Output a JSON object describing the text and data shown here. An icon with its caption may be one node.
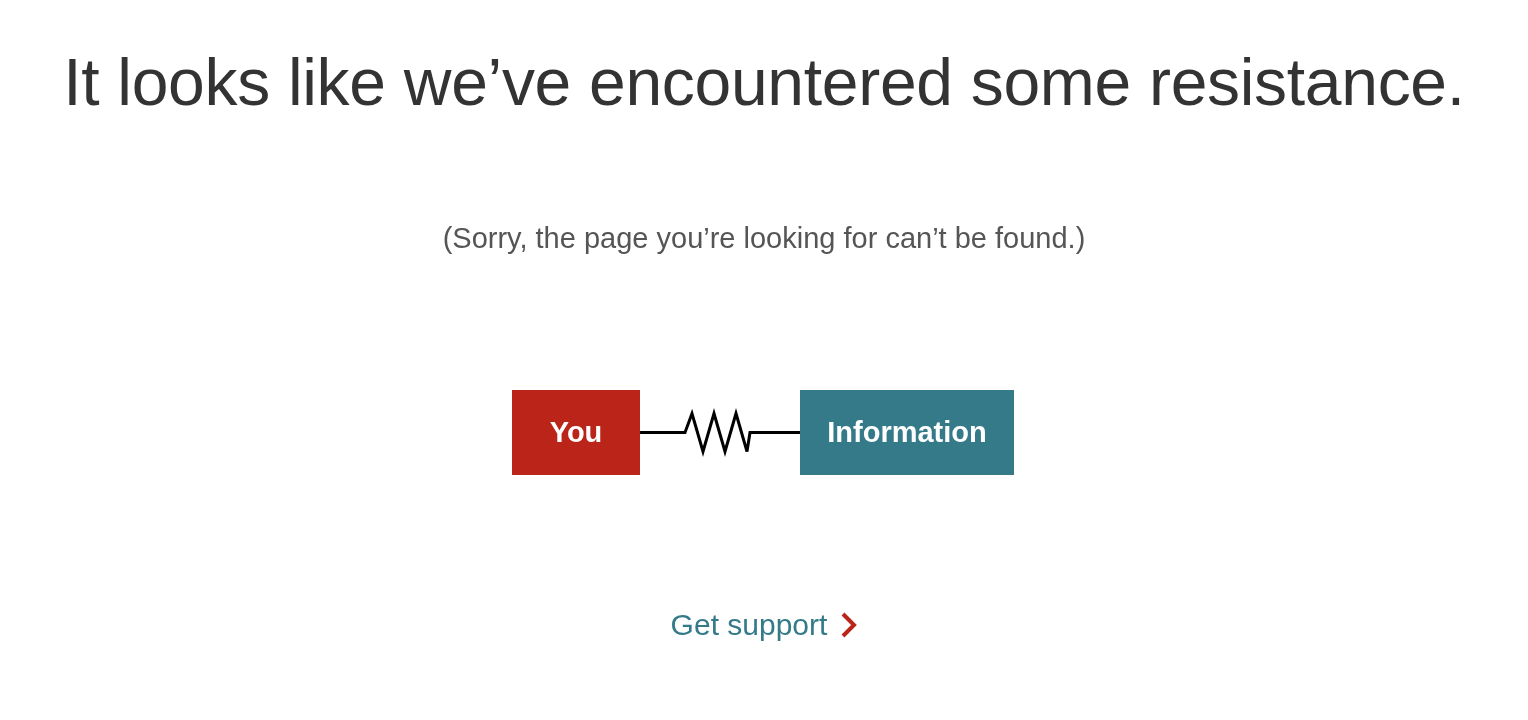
{
  "diagram": {
    "title": "It looks like we’ve encountered some resistance.",
    "nodes": [
      {
        "text": [
          "You"
        ]
      },
      {
        "text": [
          "Information"
        ]
      }
    ],
    "edges": [
      {
        "from": 0,
        "to": 1,
        "arrow": "none"
      }
    ],
    "labels": [
      "(Sorry, the page you’re looking for can’t be found.)",
      "Get support"
    ]
  }
}
